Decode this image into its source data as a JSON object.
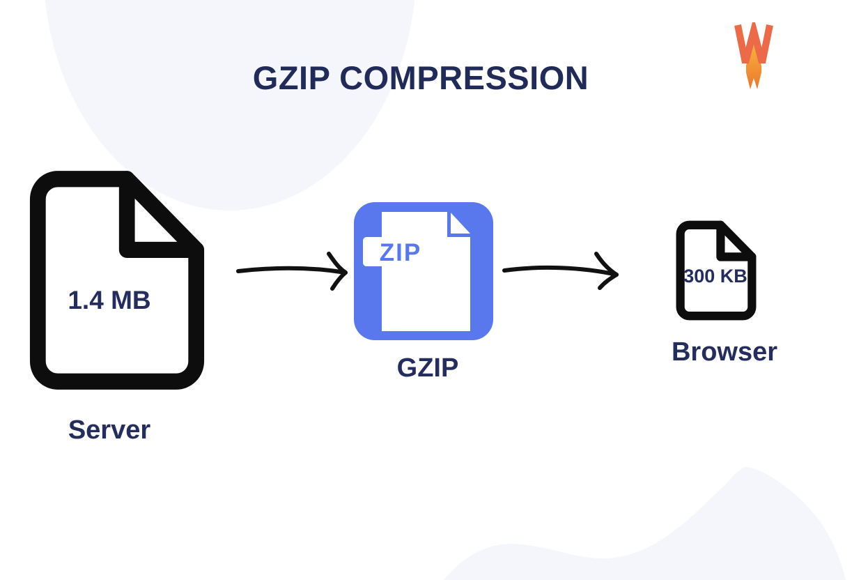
{
  "title": "GZIP COMPRESSION",
  "brand": {
    "logo_icon": "wp-rocket-logo",
    "logo_letter": "W"
  },
  "flow": {
    "server": {
      "size": "1.4 MB",
      "label": "Server",
      "icon": "file-document-icon"
    },
    "gzip": {
      "badge": "ZIP",
      "label": "GZIP",
      "icon": "zip-file-icon"
    },
    "browser": {
      "size": "300 KB",
      "label": "Browser",
      "icon": "file-document-icon"
    }
  },
  "arrows": [
    {
      "name": "arrow-server-to-gzip",
      "direction": "right"
    },
    {
      "name": "arrow-gzip-to-browser",
      "direction": "right"
    }
  ],
  "colors": {
    "navy_text": "#212b5a",
    "zip_blue": "#5a78ee",
    "icon_black": "#0d0d0d",
    "background_blob": "#f4f6fb",
    "logo_orange": "#ec6a47",
    "flame_top": "#f7b33d",
    "flame_bottom": "#ed752b"
  }
}
